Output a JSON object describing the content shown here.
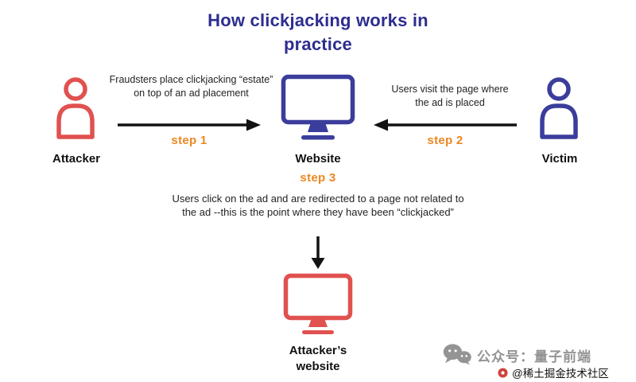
{
  "title": "How clickjacking works in practice",
  "colors": {
    "title": "#2d2e8f",
    "red": "#e0514f",
    "blue": "#3a3d9b",
    "orange": "#ee8722",
    "arrow": "#121212",
    "text": "#232323",
    "label": "#111111",
    "watermark": "#949494",
    "credit_logo": "#d0433e"
  },
  "nodes": {
    "attacker": "Attacker",
    "website": "Website",
    "victim": "Victim",
    "attacker_website": "Attacker’s\nwebsite"
  },
  "steps": {
    "step1": {
      "label": "step 1",
      "description": "Fraudsters place clickjacking “estate” on top of an ad placement"
    },
    "step2": {
      "label": "step 2",
      "description": "Users visit the page where the ad is placed"
    },
    "step3": {
      "label": "step 3",
      "description": "Users click on the ad and are redirected to a page not related to the ad --this is the point where they have been “clickjacked”"
    }
  },
  "watermark": {
    "wechat_text": "公众号：量子前端",
    "credit_text": "@稀土掘金技术社区"
  }
}
